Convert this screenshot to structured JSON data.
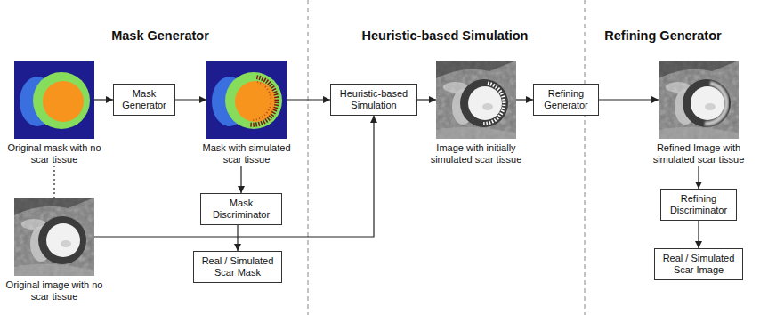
{
  "diagram": {
    "nodes": [
      {
        "text": [
          "Original mask with no scar tissue"
        ]
      },
      {
        "text": [
          "Mask Generator"
        ]
      },
      {
        "text": [
          "Mask with simulated scar tissue"
        ]
      },
      {
        "text": [
          "Heuristic-based Simulation"
        ]
      },
      {
        "text": [
          "Image with initially simulated scar tissue"
        ]
      },
      {
        "text": [
          "Refining Generator"
        ]
      },
      {
        "text": [
          "Refined Image with simulated scar tissue"
        ]
      },
      {
        "text": [
          "Mask Discriminator"
        ]
      },
      {
        "text": [
          "Refining Discriminator"
        ]
      },
      {
        "text": [
          "Original image with no scar tissue"
        ]
      },
      {
        "text": [
          "Real / Simulated Scar Mask"
        ]
      },
      {
        "text": [
          "Real / Simulated Scar Image"
        ]
      }
    ],
    "edges": [
      {
        "from": 0,
        "to": 1,
        "arrow": "to"
      },
      {
        "from": 1,
        "to": 2,
        "arrow": "to"
      },
      {
        "from": 2,
        "to": 3,
        "arrow": "to"
      },
      {
        "from": 3,
        "to": 4,
        "arrow": "to"
      },
      {
        "from": 4,
        "to": 5,
        "arrow": "to"
      },
      {
        "from": 5,
        "to": 6,
        "arrow": "to"
      },
      {
        "from": 2,
        "to": 7,
        "arrow": "to"
      },
      {
        "from": 7,
        "to": 10,
        "arrow": "to"
      },
      {
        "from": 6,
        "to": 8,
        "arrow": "to"
      },
      {
        "from": 8,
        "to": 11,
        "arrow": "to"
      },
      {
        "from": 9,
        "to": 3,
        "arrow": "to"
      },
      {
        "from": 0,
        "to": 9,
        "arrow": "none"
      }
    ],
    "labels": [
      "Mask Generator",
      "Heuristic-based Simulation",
      "Refining Generator"
    ]
  }
}
